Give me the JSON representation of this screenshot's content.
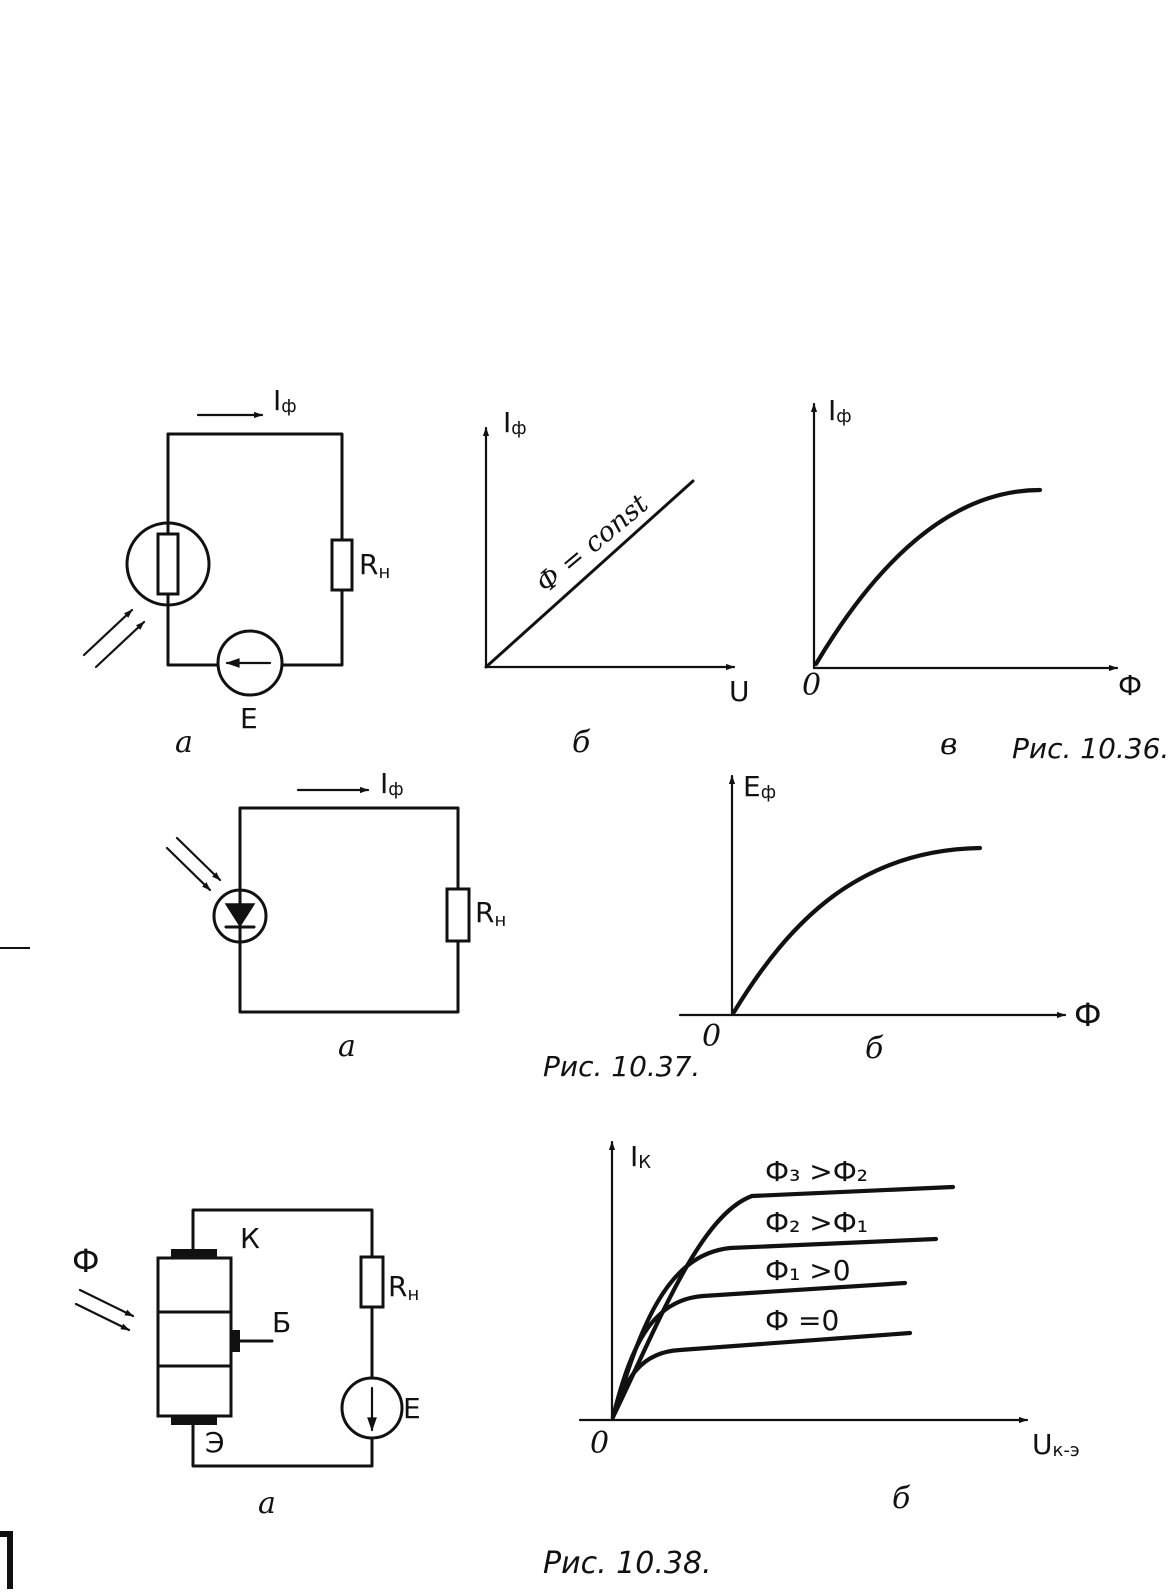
{
  "fig_10_36": {
    "caption": "Рис. 10.36.",
    "a": {
      "panel_label": "а",
      "current_label": "I",
      "current_sub": "ф",
      "load_label": "R",
      "load_sub": "н",
      "source_label": "E"
    },
    "b": {
      "panel_label": "б",
      "y_axis_label": "I",
      "y_axis_sub": "ф",
      "x_axis_label": "U",
      "line_annotation": "Ф = const"
    },
    "c": {
      "panel_label": "в",
      "y_axis_label": "I",
      "y_axis_sub": "ф",
      "x_axis_label": "Ф",
      "origin_label": "0"
    }
  },
  "fig_10_37": {
    "caption": "Рис. 10.37.",
    "a": {
      "panel_label": "а",
      "current_label": "I",
      "current_sub": "ф",
      "load_label": "R",
      "load_sub": "н"
    },
    "b": {
      "panel_label": "б",
      "y_axis_label": "E",
      "y_axis_sub": "ф",
      "x_axis_label": "Ф",
      "origin_label": "0"
    }
  },
  "fig_10_38": {
    "caption": "Рис. 10.38.",
    "a": {
      "panel_label": "а",
      "flux_label": "Ф",
      "collector_label": "К",
      "base_label": "Б",
      "emitter_label": "Э",
      "load_label": "R",
      "load_sub": "н",
      "source_label": "E"
    },
    "b": {
      "panel_label": "б",
      "y_axis_label": "I",
      "y_axis_sub": "К",
      "x_axis_label": "U",
      "x_axis_sub": "к-э",
      "origin_label": "0",
      "curves": [
        {
          "label": "Ф₃ >Ф₂"
        },
        {
          "label": "Ф₂ >Ф₁"
        },
        {
          "label": "Ф₁ >0"
        },
        {
          "label": "Ф =0"
        }
      ]
    }
  }
}
